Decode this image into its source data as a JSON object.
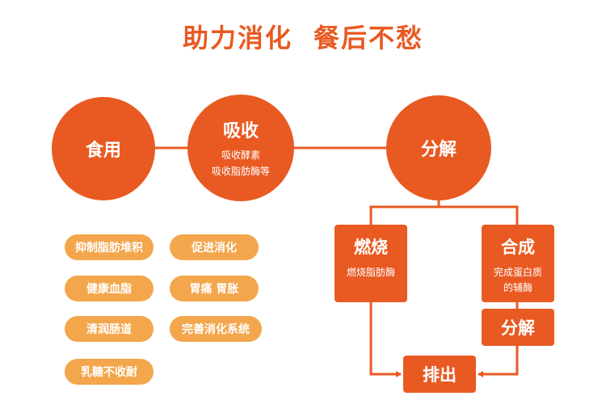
{
  "title": {
    "part1": "助力消化",
    "part2": "餐后不愁"
  },
  "circles": {
    "eat": {
      "label": "食用"
    },
    "absorb": {
      "label": "吸收",
      "sub1": "吸收酵素",
      "sub2": "吸收脂肪酶等"
    },
    "decompose": {
      "label": "分解"
    }
  },
  "boxes": {
    "burn": {
      "label": "燃烧",
      "sub": "燃烧脂肪酶"
    },
    "synth": {
      "label": "合成",
      "sub1": "完成蛋白质",
      "sub2": "的辅酶"
    },
    "decompose2": {
      "label": "分解"
    },
    "excrete": {
      "label": "排出"
    }
  },
  "benefits": [
    "抑制脂肪堆积",
    "促进消化",
    "健康血脂",
    "胃痛 胃胀",
    "清润肠道",
    "完善消化系统",
    "乳糖不收耐"
  ],
  "colors": {
    "primary": "#e85a22",
    "pill": "#f3a64c"
  }
}
